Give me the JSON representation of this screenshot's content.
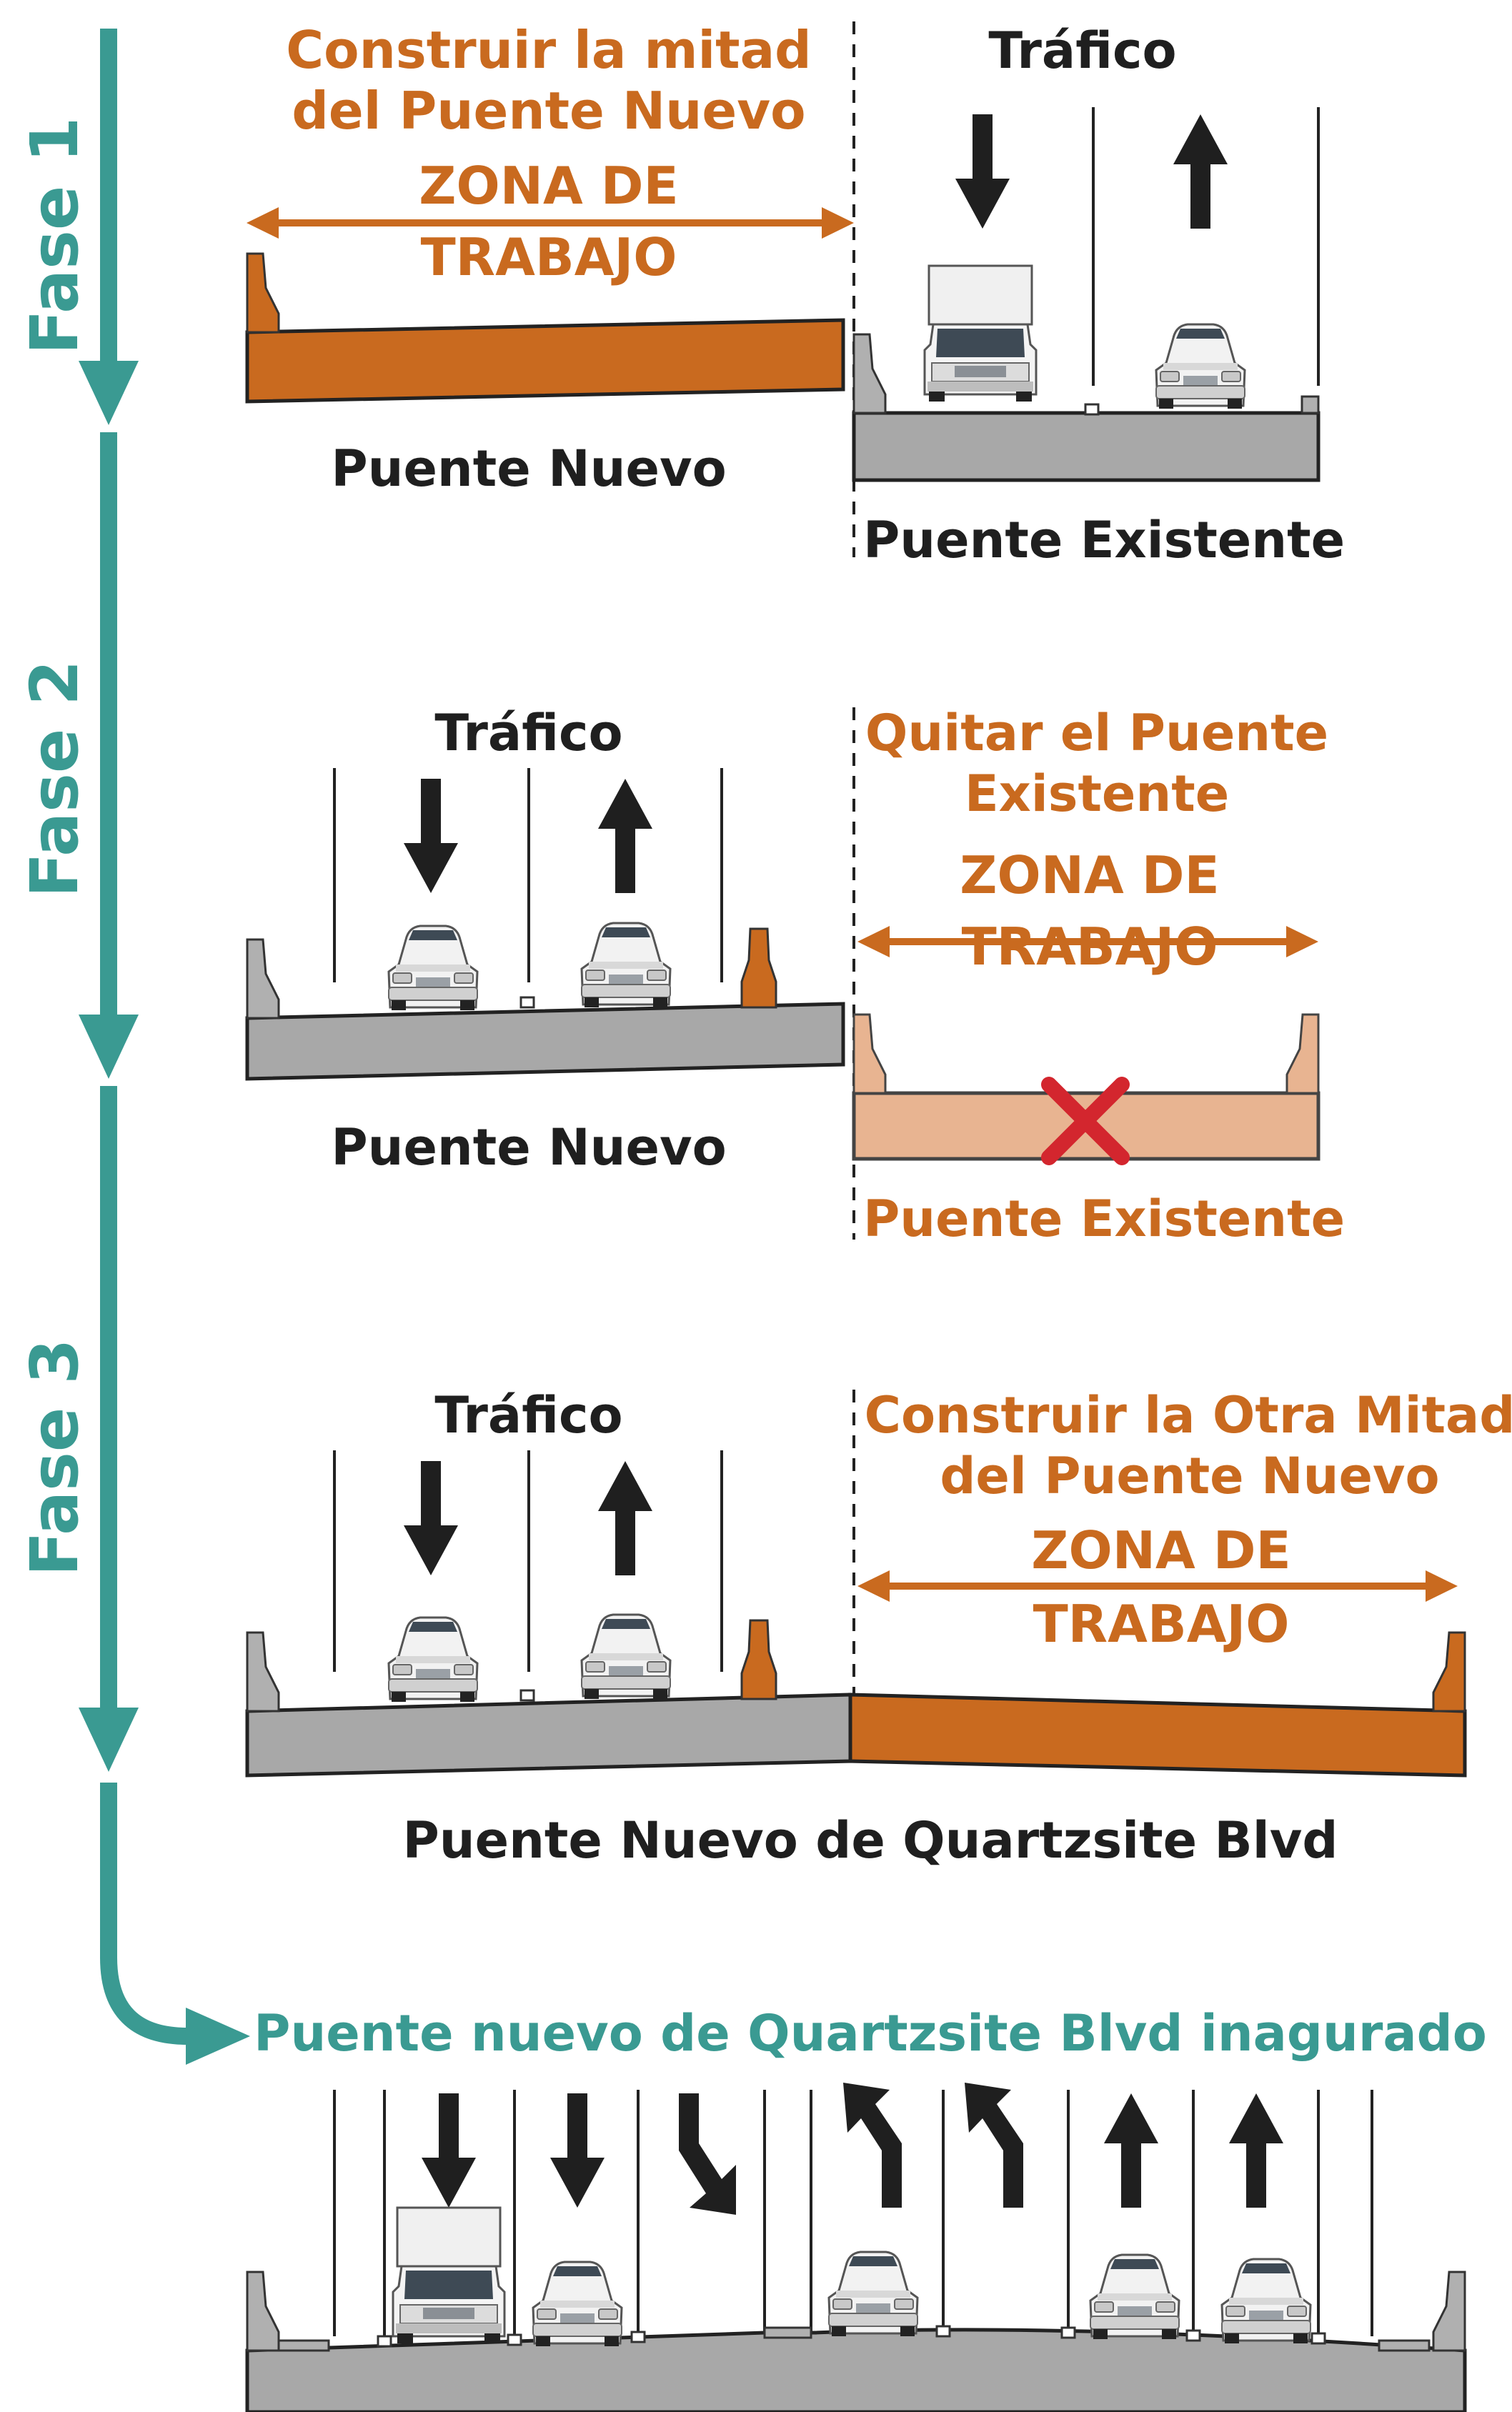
{
  "colors": {
    "teal": "#3a9a92",
    "orange": "#c96a1f",
    "dark": "#1f1f1f",
    "gray_deck": "#a8a8a8",
    "tan_deck": "#e8b491",
    "red_x": "#d3262e"
  },
  "phases": {
    "phase1": {
      "label": "Fase 1",
      "work_title_line1": "Construir la mitad",
      "work_title_line2": "del Puente Nuevo",
      "zone_line1": "ZONA DE",
      "zone_line2": "TRABAJO",
      "traffic_label": "Tráfico",
      "new_bridge": "Puente Nuevo",
      "existing_bridge": "Puente Existente"
    },
    "phase2": {
      "label": "Fase 2",
      "traffic_label": "Tráfico",
      "remove_line1": "Quitar el Puente",
      "remove_line2": "Existente",
      "zone_line1": "ZONA DE",
      "zone_line2": "TRABAJO",
      "new_bridge": "Puente Nuevo",
      "existing_bridge": "Puente Existente"
    },
    "phase3": {
      "label": "Fase 3",
      "traffic_label": "Tráfico",
      "work_title_line1": "Construir la Otra Mitad",
      "work_title_line2": "del Puente Nuevo",
      "zone_line1": "ZONA DE",
      "zone_line2": "TRABAJO",
      "bridge_name": "Puente Nuevo de Quartzsite Blvd"
    },
    "final": {
      "title": "Puente nuevo de Quartzsite Blvd inagurado"
    }
  },
  "icons": [
    "traffic-arrow-icon",
    "car-icon",
    "truck-icon",
    "barrier-icon",
    "remove-x-icon"
  ]
}
